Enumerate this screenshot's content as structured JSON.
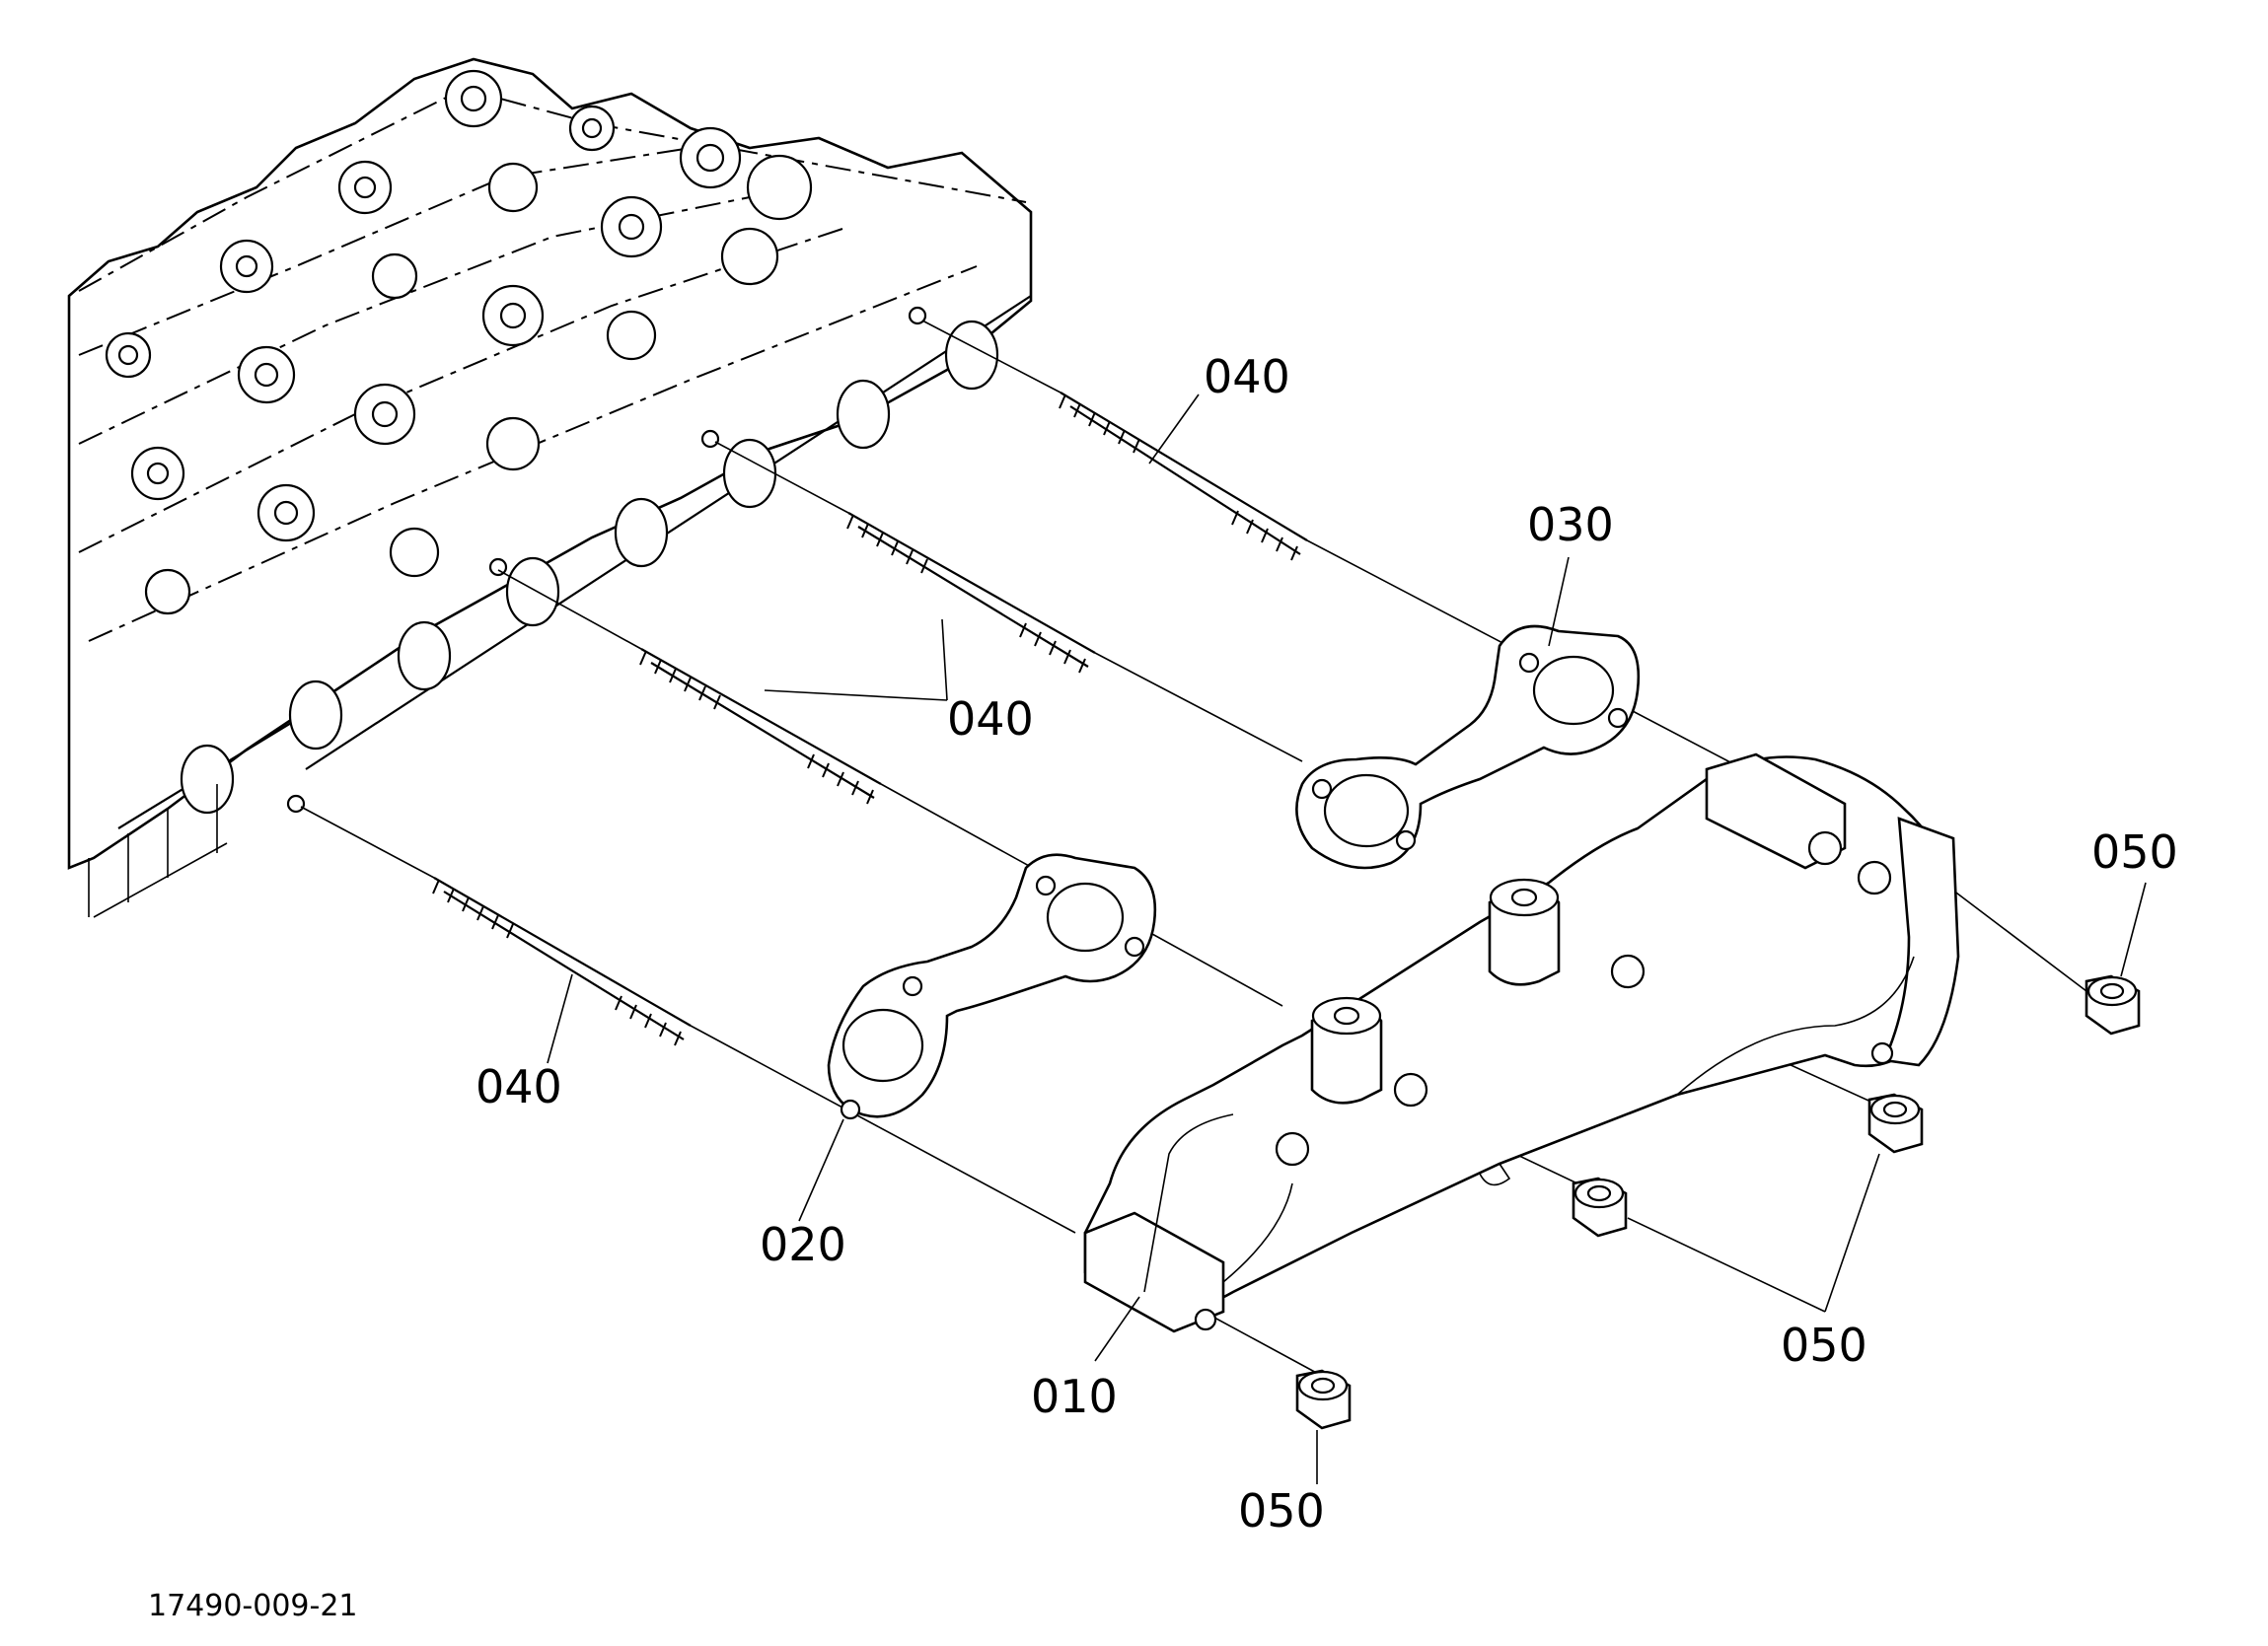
{
  "drawing_id": "17490-009-21",
  "callouts": {
    "stud_top": "040",
    "stud_mid": "040",
    "stud_low": "040",
    "gasket_rear": "030",
    "gasket_front": "020",
    "manifold": "010",
    "nut_right": "050",
    "nut_group": "050",
    "nut_bottom": "050"
  }
}
